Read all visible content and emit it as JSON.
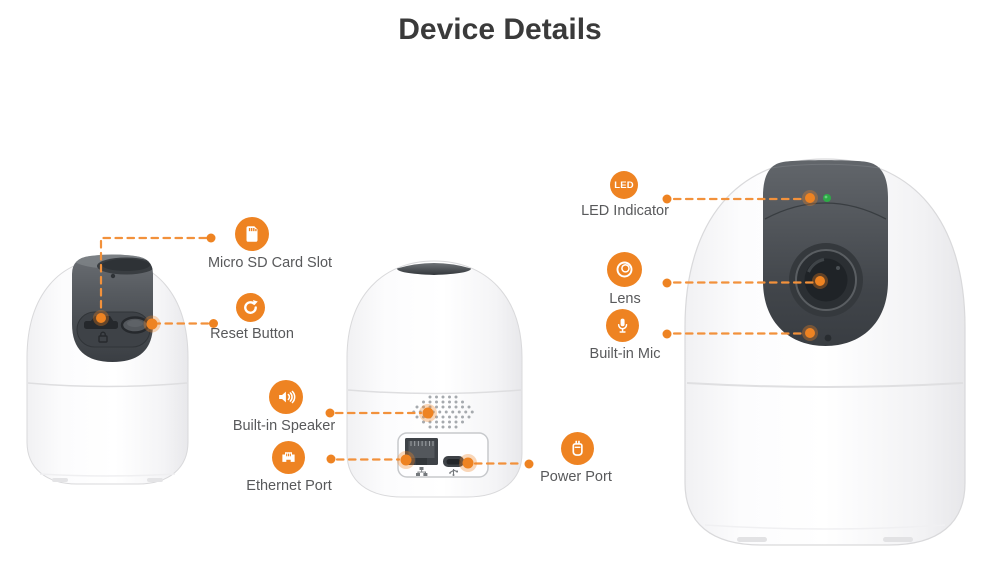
{
  "title": "Device Details",
  "colors": {
    "accent": "#EE8322",
    "line": "#F2913B",
    "led_green": "#2EAB47"
  },
  "callouts": {
    "micro_sd": {
      "label": "Micro SD Card Slot"
    },
    "reset": {
      "label": "Reset Button"
    },
    "speaker": {
      "label": "Built-in Speaker"
    },
    "ethernet": {
      "label": "Ethernet Port"
    },
    "power": {
      "label": "Power Port"
    },
    "led": {
      "label": "LED Indicator",
      "badge_text": "LED"
    },
    "lens": {
      "label": "Lens"
    },
    "mic": {
      "label": "Built-in Mic"
    }
  }
}
